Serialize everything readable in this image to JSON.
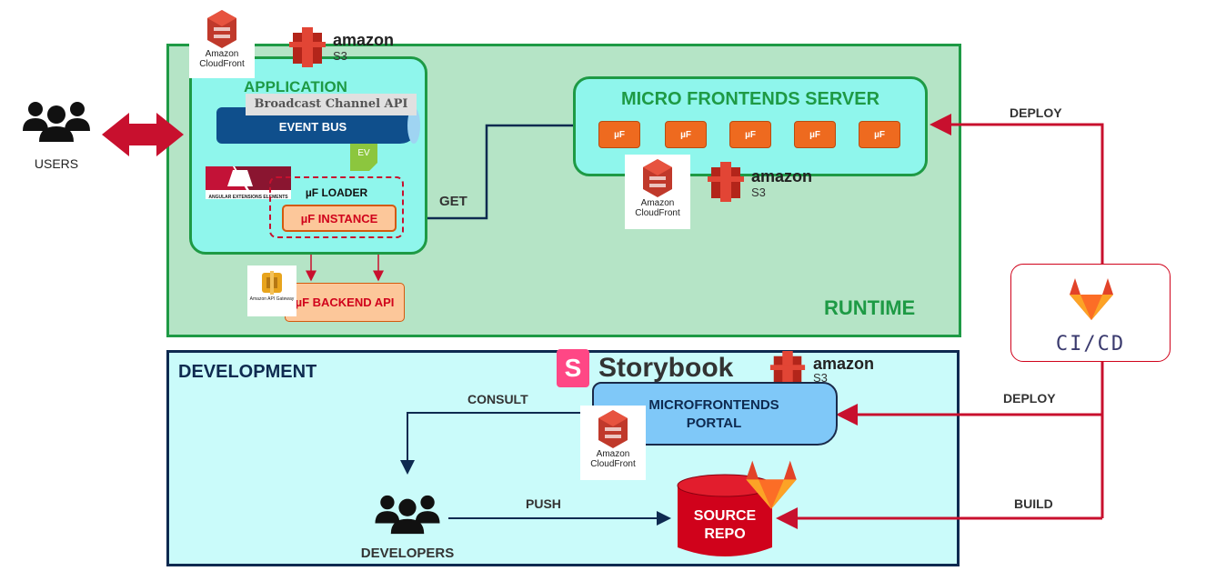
{
  "users": {
    "label": "USERS"
  },
  "application": {
    "title": "APPLICATION",
    "broadcast_api": "Broadcast Channel API",
    "event_bus": "EVENT BUS",
    "angular_elements": "ANGULAR EXTENSIONS ELEMENTS",
    "ev_tag": "EV",
    "uf_loader": "µF LOADER",
    "uf_instance": "µF INSTANCE"
  },
  "backend": {
    "title": "µF BACKEND API",
    "api_gateway": "Amazon API Gateway"
  },
  "cloudfront": {
    "name": "Amazon CloudFront"
  },
  "s3": {
    "brand": "amazon",
    "suffix": "S3"
  },
  "mfs": {
    "title": "MICRO FRONTENDS SERVER",
    "chip": "µF",
    "chip_count": 5
  },
  "flows": {
    "get": "GET",
    "deploy_runtime": "DEPLOY",
    "deploy_dev": "DEPLOY",
    "build": "BUILD",
    "consult": "CONSULT",
    "push": "PUSH"
  },
  "runtime": {
    "title": "RUNTIME"
  },
  "development": {
    "title": "DEVELOPMENT"
  },
  "storybook": {
    "name": "Storybook"
  },
  "portal": {
    "title": "MICROFRONTENDS PORTAL"
  },
  "repo": {
    "title": "SOURCE REPO"
  },
  "developers": {
    "label": "DEVELOPERS"
  },
  "cicd": {
    "label": "CI/CD"
  },
  "colors": {
    "runtime_bg": "#b5e4c6",
    "dev_bg": "#cafbfa",
    "arrow_red": "#c8102e",
    "arrow_navy": "#0e2a50",
    "uf_orange": "#ee6a1f"
  }
}
